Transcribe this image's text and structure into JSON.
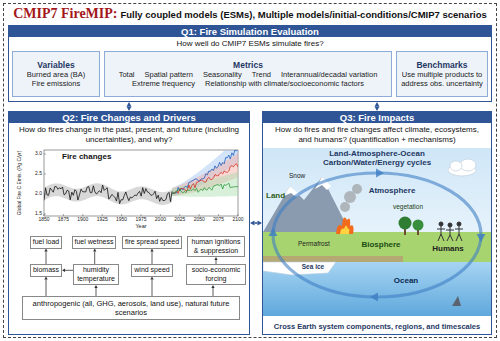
{
  "diagram": {
    "title": "CMIP7 FireMIP:",
    "nodes": [
      {
        "text": [
          "Q1: Fire Simulation Evaluation",
          "How well do CMIP7 ESMs simulate fires?"
        ]
      },
      {
        "text": [
          "Variables",
          "Burned area (BA)",
          "Fire emissions"
        ],
        "in": 0
      },
      {
        "text": [
          "Metrics",
          "Total",
          "Spatial pattern",
          "Seasonality",
          "Trend",
          "Interannual/decadal variation",
          "Extreme frequency",
          "Relationship with climate/socioeconomic factors"
        ],
        "in": 0
      },
      {
        "text": [
          "Benchmarks",
          "Use multiple products to address obs. uncertainty"
        ],
        "in": 0
      },
      {
        "text": [
          "Q2: Fire Changes and Drivers",
          "How do fires change in the past, present, and future (including uncertainties), and why?"
        ]
      },
      {
        "text": [
          "fuel load"
        ],
        "in": 4
      },
      {
        "text": [
          "fuel wetness"
        ],
        "in": 4
      },
      {
        "text": [
          "fire spread speed"
        ],
        "in": 4
      },
      {
        "text": [
          "human ignitions & suppression"
        ],
        "in": 4
      },
      {
        "text": [
          "biomass"
        ],
        "in": 4
      },
      {
        "text": [
          "humidity temperature"
        ],
        "in": 4
      },
      {
        "text": [
          "wind speed"
        ],
        "in": 4
      },
      {
        "text": [
          "socio-economic forcing"
        ],
        "in": 4
      },
      {
        "text": [
          "anthropogenic (all, GHG, aerosols, land use), natural future scenarios"
        ],
        "in": 4
      },
      {
        "text": [
          "Q3: Fire Impacts",
          "How do fires and fire changes affect climate, ecosystems, and humans? (quantification + mechanisms)",
          "Cross Earth system components, regions, and timescales"
        ]
      }
    ],
    "edges": [
      {
        "from": 0,
        "to": 4,
        "arrow": "both"
      },
      {
        "from": 0,
        "to": 14,
        "arrow": "both"
      },
      {
        "from": 4,
        "to": 14,
        "arrow": "both"
      },
      {
        "from": 9,
        "to": 5,
        "arrow": "to"
      },
      {
        "from": 10,
        "to": 9,
        "arrow": "to"
      },
      {
        "from": 10,
        "to": 6,
        "arrow": "to"
      },
      {
        "from": 11,
        "to": 7,
        "arrow": "to"
      },
      {
        "from": 12,
        "to": 8,
        "arrow": "to"
      },
      {
        "from": 13,
        "to": 9,
        "arrow": "to"
      },
      {
        "from": 13,
        "to": 10,
        "arrow": "to"
      },
      {
        "from": 13,
        "to": 11,
        "arrow": "to"
      },
      {
        "from": 13,
        "to": 12,
        "arrow": "to"
      }
    ],
    "labels": [
      "Fully coupled models (ESMs), Multiple models/initial-conditions/CMIP7 scenarios",
      "Fire changes",
      "Global Fire C Emis. (Pg C/yr)",
      "1.5",
      "2.0",
      "2.5",
      "3.0",
      "1850",
      "1875",
      "1900",
      "1925",
      "1950",
      "1975",
      "2000",
      "2025",
      "2050",
      "2075",
      "2100",
      "Year",
      "Land-Atmosphere-Ocean Carbon/Water/Energy cycles",
      "Snow",
      "Atmosphere",
      "Land",
      "vegetation",
      "Biosphere",
      "Permafrost",
      "Humans",
      "Sea ice",
      "Ocean"
    ]
  }
}
